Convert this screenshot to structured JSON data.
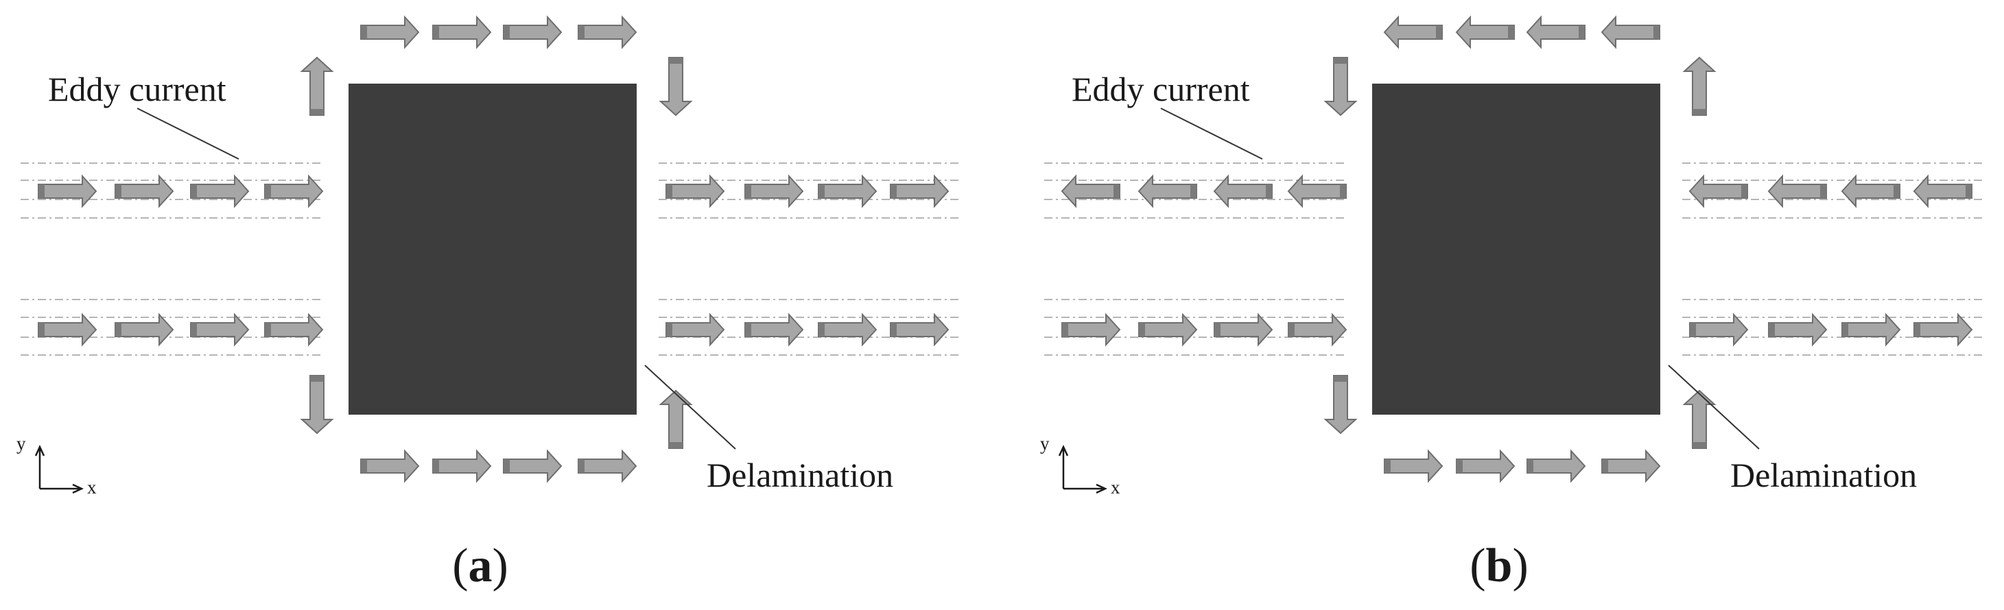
{
  "panels": [
    {
      "id": "a",
      "caption_open": "(",
      "caption_letter": "a",
      "caption_close": ")",
      "eddy_label": "Eddy current",
      "delamination_label": "Delamination",
      "axis_x": "x",
      "axis_y": "y",
      "flow": {
        "upper_left_row": "right",
        "lower_left_row": "right",
        "upper_right_row": "right",
        "lower_right_row": "right",
        "top_edge": "right",
        "bottom_edge": "right",
        "top_left_corner": "up",
        "top_right_corner": "down",
        "bottom_left_corner": "down",
        "bottom_right_corner": "up"
      }
    },
    {
      "id": "b",
      "caption_open": "(",
      "caption_letter": "b",
      "caption_close": ")",
      "eddy_label": "Eddy current",
      "delamination_label": "Delamination",
      "axis_x": "x",
      "axis_y": "y",
      "flow": {
        "upper_left_row": "left",
        "lower_left_row": "right",
        "upper_right_row": "left",
        "lower_right_row": "right",
        "top_edge": "left",
        "bottom_edge": "right",
        "top_left_corner": "down",
        "top_right_corner": "up",
        "bottom_left_corner": "down",
        "bottom_right_corner": "up"
      }
    }
  ],
  "colors": {
    "delamination_fill": "#3d3d3d",
    "arrow_fill": "#a6a6a6",
    "arrow_stroke": "#6e6e6e",
    "arrow_tail": "#7a7a7a",
    "guide_line": "#b5b5b5",
    "leader_line": "#333333"
  }
}
